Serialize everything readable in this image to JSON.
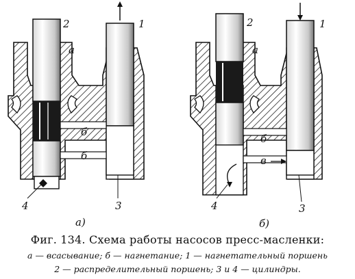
{
  "figure": {
    "panel_a": {
      "label": "а)",
      "part_labels": {
        "piston_2": "2",
        "piston_1": "1",
        "channel_top": "а",
        "channel_b": "б",
        "channel_v": "б",
        "cyl_4": "4",
        "cyl_3": "3"
      }
    },
    "panel_b": {
      "label": "б)",
      "part_labels": {
        "piston_2": "2",
        "piston_1": "1",
        "channel_top": "а",
        "channel_b": "б",
        "channel_v": "в",
        "cyl_4": "4",
        "cyl_3": "3"
      }
    }
  },
  "caption": {
    "title": "Фиг. 134. Схема работы насосов пресс-масленки:",
    "line1": "а — всасывание;  б — нагнетание;  1 — нагнетательный  поршень",
    "line2": "2 — распределительный поршень;  3  и  4 — цилиндры."
  }
}
